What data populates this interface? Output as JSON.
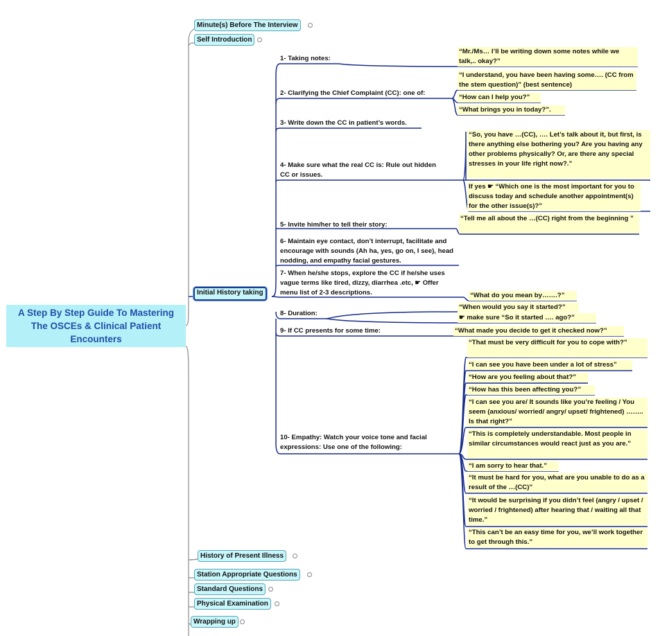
{
  "root": {
    "title": "A Step By Step Guide To Mastering The OSCEs & Clinical Patient Encounters"
  },
  "topics": [
    {
      "label": "Minute(s) Before The Interview"
    },
    {
      "label": "Self Introduction"
    },
    {
      "label": "Initial History taking"
    },
    {
      "label": "History of Present Illness"
    },
    {
      "label": "Station Appropriate Questions"
    },
    {
      "label": "Standard Questions"
    },
    {
      "label": "Physical Examination"
    },
    {
      "label": "Wrapping up"
    }
  ],
  "steps": [
    {
      "text": "1- Taking notes:"
    },
    {
      "text": "2- Clarifying the Chief Complaint (CC):  one of:"
    },
    {
      "text": "3- Write down the CC in patient’s words."
    },
    {
      "text": "4- Make sure what the real CC is:   Rule out hidden CC or issues."
    },
    {
      "text": "5- Invite him/her to tell their story:"
    },
    {
      "text": "6- Maintain eye contact, don’t interrupt, facilitate and encourage with sounds (Ah ha, yes, go on, I see), head nodding, and empathy facial gestures."
    },
    {
      "text": "7- When he/she stops, explore the CC if he/she uses vague terms like tired, dizzy, diarrhea .etc, ☛ Offer menu list of 2-3 descriptions."
    },
    {
      "text": "8- Duration:"
    },
    {
      "text": "9- If CC presents for some time:"
    },
    {
      "text": "10-  Empathy:  Watch your voice tone and facial expressions: Use one of the following:"
    }
  ],
  "notes": [
    {
      "text": "“Mr./Ms… I’ll be writing down some notes while we talk,.. okay?”"
    },
    {
      "text": "“I understand, you have been having some…. (CC from the stem question)” (best sentence)"
    },
    {
      "text": "“How can I help you?”"
    },
    {
      "text": "“What brings you in today?”."
    },
    {
      "text": "“So, you have …(CC), …. Let’s talk about it, but first, is there anything else bothering you? Are you having any other problems physically? Or, are there any special stresses in your life right now?.”"
    },
    {
      "text": "If yes ☛ “Which one is the most important for you to discuss today and schedule another appointment(s) for the other issue(s)?”"
    },
    {
      "text": "“Tell me all about the …(CC) right from the beginning ”"
    },
    {
      "text": "“What do you mean by…….?”"
    },
    {
      "text": "“When would you say it started?”"
    },
    {
      "text": "☛  make sure “So it started …. ago?”"
    },
    {
      "text": "“What made you decide to get it checked now?”"
    },
    {
      "text": "“That must be very difficult for you to cope with?”"
    },
    {
      "text": "“I can see you have been under a lot of stress”"
    },
    {
      "text": "“How are you feeling about that?”"
    },
    {
      "text": "“How has this been affecting you?”"
    },
    {
      "text": "“I can see you are/ It sounds like you’re feeling / You seem (anxious/ worried/ angry/ upset/ frightened) …….. Is that right?”"
    },
    {
      "text": "“This is completely understandable. Most people in similar circumstances would react just as you are.”"
    },
    {
      "text": "“I am sorry to hear that.”"
    },
    {
      "text": "“It must be hard for you, what are you unable to do as a result of the …(CC)”"
    },
    {
      "text": "“It would be surprising if you didn’t feel (angry / upset / worried / frightened) after hearing that / waiting all that time.”"
    },
    {
      "text": "“This can’t be an easy time for you, we’ll work together to get through this.”"
    }
  ],
  "colors": {
    "root_fill": "#b4f0f8",
    "root_text": "#1f4fa8",
    "topic_fill": "#c9f6fb",
    "note_fill": "#ffffcc",
    "line_main": "#7a7a7a",
    "line_branch": "#1b2f8a"
  }
}
